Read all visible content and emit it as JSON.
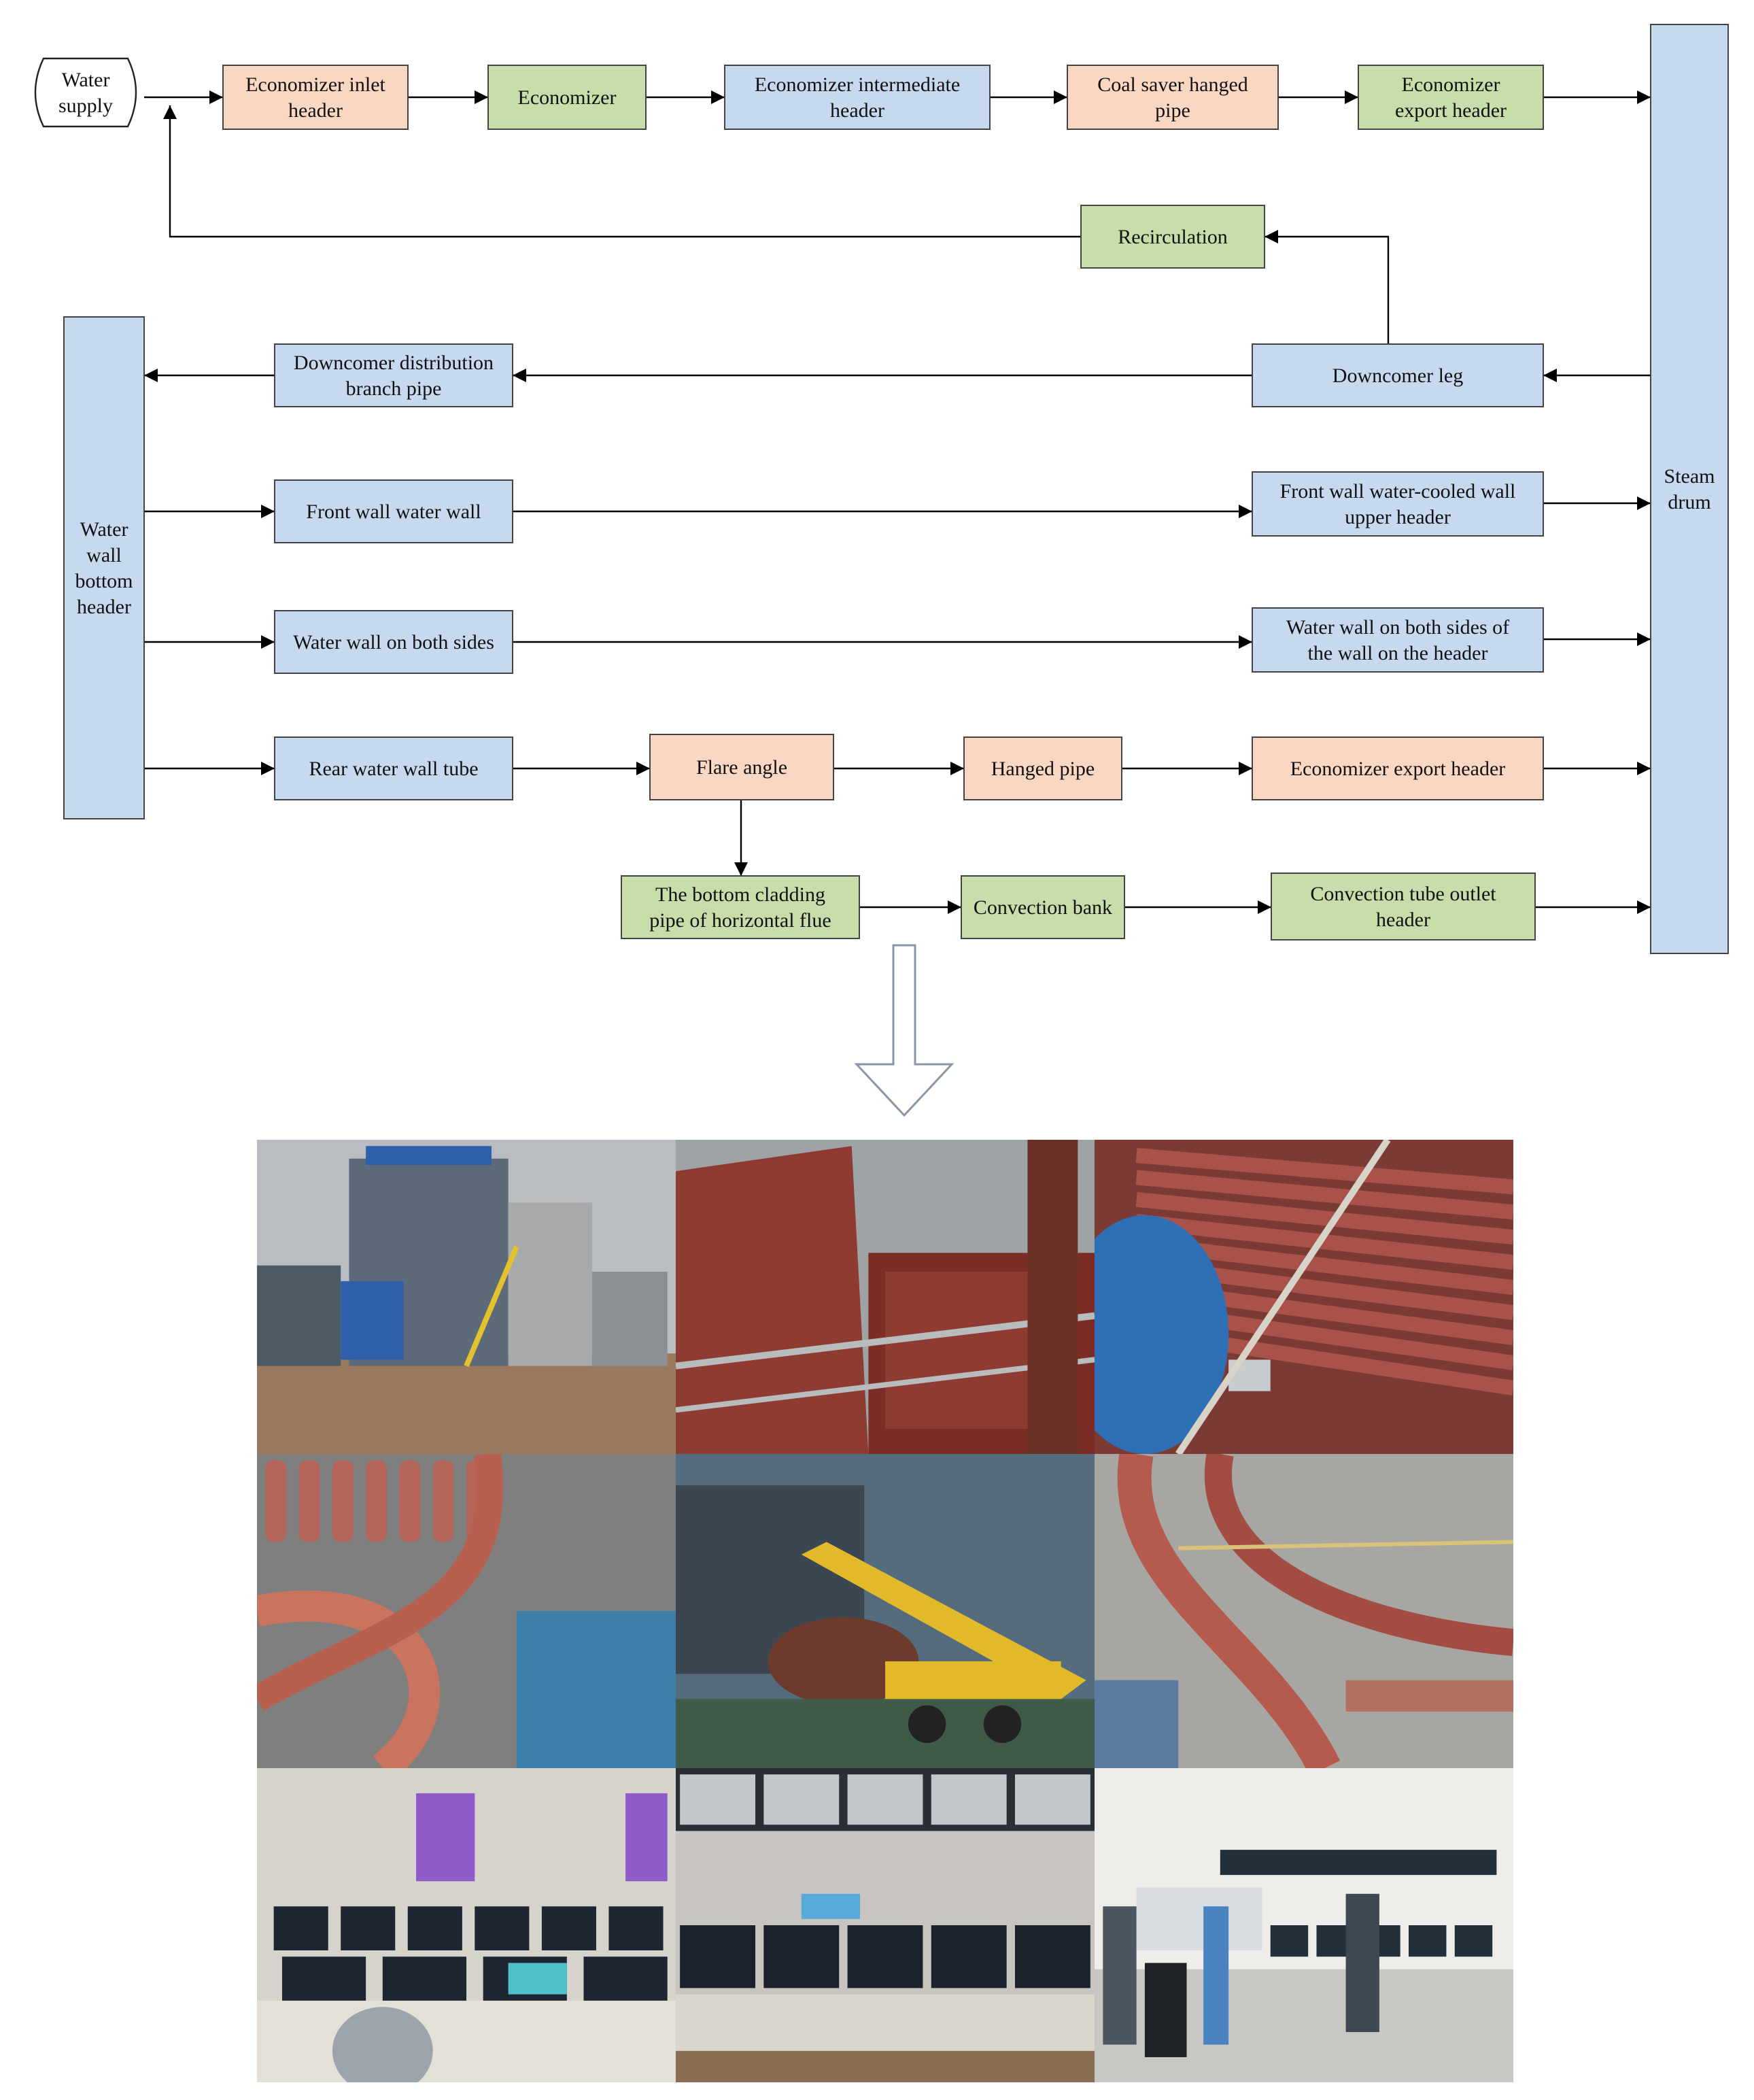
{
  "colors": {
    "peach": "#FAD7C2",
    "green": "#C8DEAA",
    "blue": "#C6D9EF",
    "stroke": "#444444",
    "arrow": "#000000"
  },
  "nodes": [
    {
      "id": "water_supply",
      "label": [
        "Water",
        "supply"
      ],
      "style": "terminal"
    },
    {
      "id": "econ_inlet",
      "label": [
        "Economizer inlet",
        "header"
      ],
      "style": "peach"
    },
    {
      "id": "economizer",
      "label": [
        "Economizer"
      ],
      "style": "green"
    },
    {
      "id": "econ_inter",
      "label": [
        "Economizer intermediate",
        "header"
      ],
      "style": "blue"
    },
    {
      "id": "coal_saver",
      "label": [
        "Coal saver hanged",
        "pipe"
      ],
      "style": "peach"
    },
    {
      "id": "econ_export_top",
      "label": [
        "Economizer",
        "export header"
      ],
      "style": "green"
    },
    {
      "id": "steam_drum",
      "label": [
        "Steam",
        "drum"
      ],
      "style": "blue"
    },
    {
      "id": "recirculation",
      "label": [
        "Recirculation"
      ],
      "style": "green"
    },
    {
      "id": "downcomer_leg",
      "label": [
        "Downcomer leg"
      ],
      "style": "blue"
    },
    {
      "id": "downcomer_dist",
      "label": [
        "Downcomer distribution",
        "branch pipe"
      ],
      "style": "blue"
    },
    {
      "id": "ww_bottom",
      "label": [
        "Water",
        "wall",
        "bottom",
        "header"
      ],
      "style": "blue"
    },
    {
      "id": "front_ww",
      "label": [
        "Front wall water wall"
      ],
      "style": "blue"
    },
    {
      "id": "front_upper",
      "label": [
        "Front wall water-cooled wall",
        "upper header"
      ],
      "style": "blue"
    },
    {
      "id": "ww_both",
      "label": [
        "Water wall on both sides"
      ],
      "style": "blue"
    },
    {
      "id": "ww_both_header",
      "label": [
        "Water wall on both sides of",
        "the wall on the header"
      ],
      "style": "blue"
    },
    {
      "id": "rear_ww",
      "label": [
        "Rear water wall tube"
      ],
      "style": "blue"
    },
    {
      "id": "flare",
      "label": [
        "Flare angle"
      ],
      "style": "peach"
    },
    {
      "id": "hanged",
      "label": [
        "Hanged pipe"
      ],
      "style": "peach"
    },
    {
      "id": "econ_export_bottom",
      "label": [
        "Economizer export header"
      ],
      "style": "peach"
    },
    {
      "id": "bottom_cladding",
      "label": [
        "The bottom cladding",
        "pipe of horizontal flue"
      ],
      "style": "green"
    },
    {
      "id": "convection_bank",
      "label": [
        "Convection bank"
      ],
      "style": "green"
    },
    {
      "id": "conv_outlet",
      "label": [
        "Convection tube outlet",
        "header"
      ],
      "style": "green"
    }
  ],
  "edges": [
    {
      "from": "water_supply",
      "to": "econ_inlet"
    },
    {
      "from": "econ_inlet",
      "to": "economizer"
    },
    {
      "from": "economizer",
      "to": "econ_inter"
    },
    {
      "from": "econ_inter",
      "to": "coal_saver"
    },
    {
      "from": "coal_saver",
      "to": "econ_export_top"
    },
    {
      "from": "econ_export_top",
      "to": "steam_drum"
    },
    {
      "from": "downcomer_leg",
      "to": "recirculation"
    },
    {
      "from": "recirculation",
      "to": "water_supply"
    },
    {
      "from": "steam_drum",
      "to": "downcomer_leg"
    },
    {
      "from": "downcomer_leg",
      "to": "downcomer_dist"
    },
    {
      "from": "downcomer_dist",
      "to": "ww_bottom"
    },
    {
      "from": "ww_bottom",
      "to": "front_ww"
    },
    {
      "from": "front_ww",
      "to": "front_upper"
    },
    {
      "from": "front_upper",
      "to": "steam_drum"
    },
    {
      "from": "ww_bottom",
      "to": "ww_both"
    },
    {
      "from": "ww_both",
      "to": "ww_both_header"
    },
    {
      "from": "ww_both_header",
      "to": "steam_drum"
    },
    {
      "from": "ww_bottom",
      "to": "rear_ww"
    },
    {
      "from": "rear_ww",
      "to": "flare"
    },
    {
      "from": "flare",
      "to": "hanged"
    },
    {
      "from": "hanged",
      "to": "econ_export_bottom"
    },
    {
      "from": "econ_export_bottom",
      "to": "steam_drum"
    },
    {
      "from": "flare",
      "to": "bottom_cladding"
    },
    {
      "from": "bottom_cladding",
      "to": "convection_bank"
    },
    {
      "from": "convection_bank",
      "to": "conv_outlet"
    },
    {
      "from": "conv_outlet",
      "to": "steam_drum"
    }
  ],
  "photos": [
    {
      "id": "boiler-building-photo",
      "sky": "#B9BCC0",
      "ground": "#9A7A5E",
      "main": "#5C6A7A",
      "accent": "#2E5FA8"
    },
    {
      "id": "red-panel-frame-photo",
      "sky": "#9EA3A5",
      "ground": "#7A7470",
      "main": "#8E3B32",
      "accent": "#B8BCBD"
    },
    {
      "id": "red-tube-bank-photo",
      "sky": "#7C3A35",
      "ground": "#B36A5E",
      "main": "#A9524A",
      "accent": "#2F6FB5"
    },
    {
      "id": "red-pipe-bends-photo",
      "sky": "#B56458",
      "ground": "#7F7F80",
      "main": "#C9745F",
      "accent": "#3D7FA8"
    },
    {
      "id": "crane-truck-photo",
      "sky": "#556B7E",
      "ground": "#3F5A48",
      "main": "#E2B92A",
      "accent": "#6D3A2E"
    },
    {
      "id": "pipe-welding-photo",
      "sky": "#A7A6A2",
      "ground": "#6D6F74",
      "main": "#B45B4E",
      "accent": "#D9C27A"
    },
    {
      "id": "control-room-photo-1",
      "sky": "#D6D2CC",
      "ground": "#E4E0D8",
      "main": "#1D2630",
      "accent": "#8E5BC7"
    },
    {
      "id": "control-room-photo-2",
      "sky": "#C8C5C0",
      "ground": "#DAD6CE",
      "main": "#1A222B",
      "accent": "#56A9D8"
    },
    {
      "id": "control-room-photo-3",
      "sky": "#EEEDEA",
      "ground": "#C9C7C3",
      "main": "#22303C",
      "accent": "#4A82C2"
    }
  ]
}
